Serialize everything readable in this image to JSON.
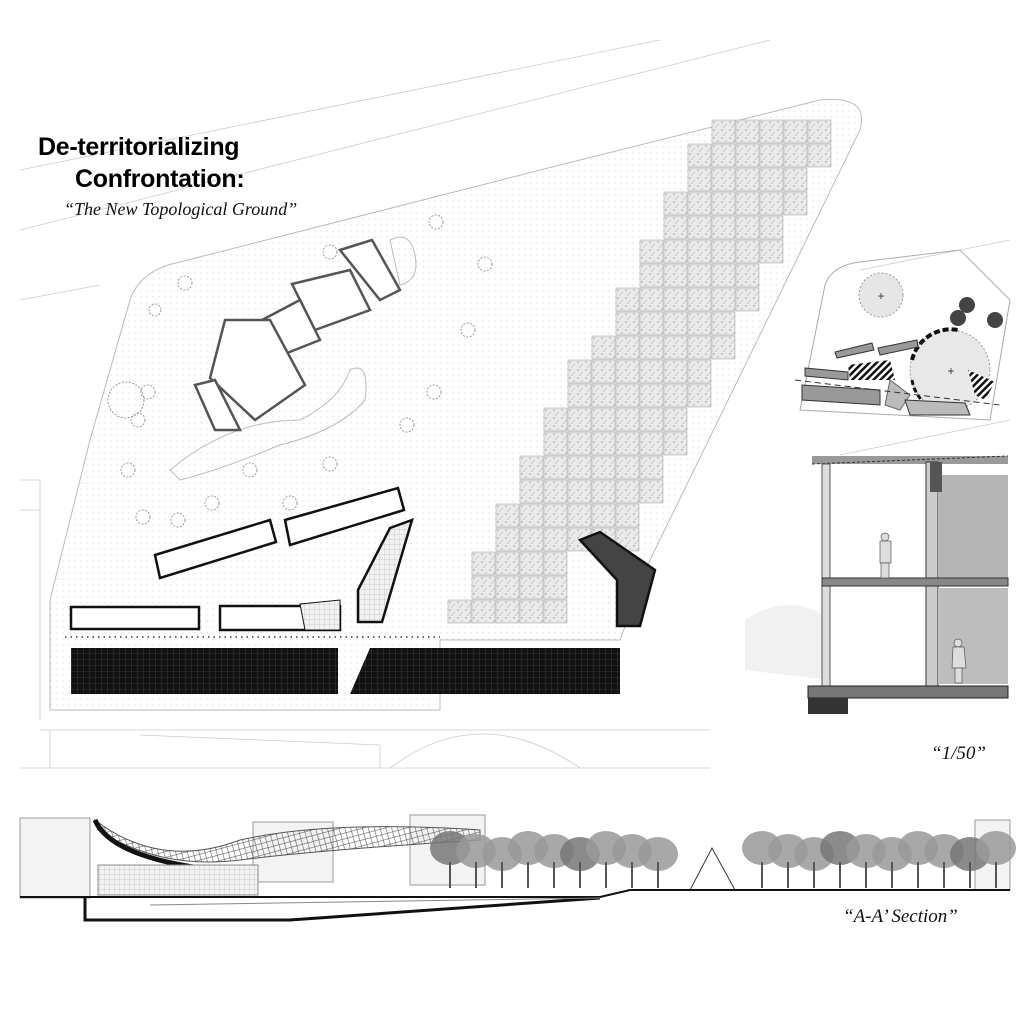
{
  "title": {
    "line1": "De-territorializing",
    "line2": "Confrontation:",
    "subtitle": "“The New Topological Ground”"
  },
  "labels": {
    "detail_scale": "“1/50”",
    "section_name": "“A-A’ Section”"
  },
  "colors": {
    "ink": "#111111",
    "hatch_gray": "#d9d9d9",
    "dark_fill": "#1a1a1a",
    "mid_gray": "#9a9a9a"
  }
}
